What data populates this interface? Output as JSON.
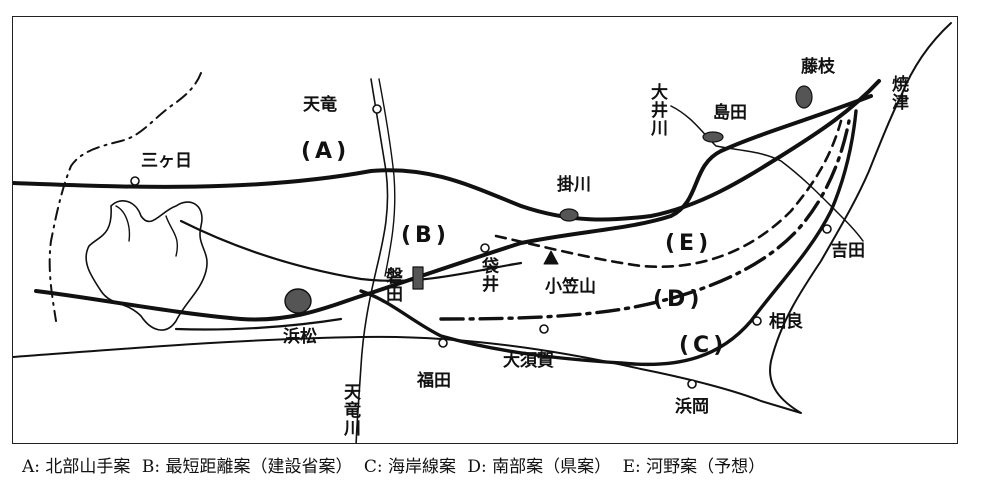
{
  "map": {
    "places": {
      "tenryu": "天竜",
      "mikkabi": "三ヶ日",
      "hamamatsu": "浜松",
      "iwata": "磐田",
      "fukuroi": "袋井",
      "ogasayama": "小笠山",
      "kakegawa": "掛川",
      "shimada": "島田",
      "fujieda": "藤枝",
      "yaizu": "焼津",
      "yoshida": "吉田",
      "sagara": "相良",
      "omaezaki_hamaoka": "浜岡",
      "osuka": "大須賀",
      "fukude": "福田"
    },
    "rivers": {
      "tenryu_river": "天竜川",
      "oi_river": "大井川"
    },
    "routes": {
      "A": "(A)",
      "B": "(B)",
      "C": "(C)",
      "D": "(D)",
      "E": "(E)"
    }
  },
  "caption": {
    "a": "A: 北部山手案",
    "b": "B: 最短距離案（建設省案）",
    "c": "C: 海岸線案",
    "d": "D: 南部案（県案）",
    "e": "E: 河野案（予想）"
  }
}
